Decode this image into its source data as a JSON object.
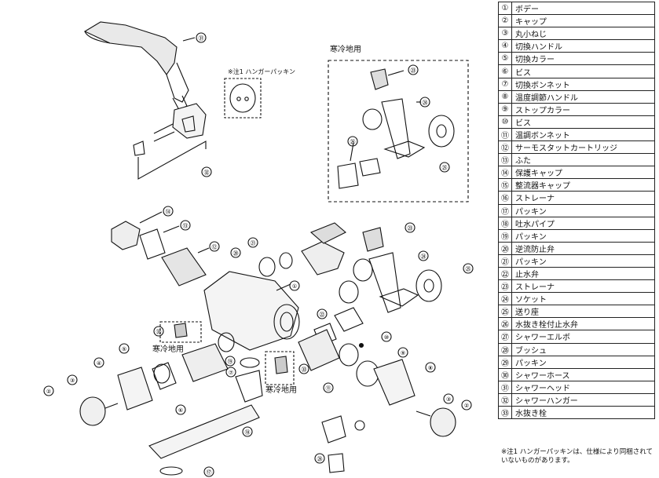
{
  "parts": [
    {
      "no": "①",
      "name": "ボデー"
    },
    {
      "no": "②",
      "name": "キャップ"
    },
    {
      "no": "③",
      "name": "丸小ねじ"
    },
    {
      "no": "④",
      "name": "切換ハンドル"
    },
    {
      "no": "⑤",
      "name": "切換カラー"
    },
    {
      "no": "⑥",
      "name": "ビス"
    },
    {
      "no": "⑦",
      "name": "切換ボンネット"
    },
    {
      "no": "⑧",
      "name": "温度調節ハンドル"
    },
    {
      "no": "⑨",
      "name": "ストップカラー"
    },
    {
      "no": "⑩",
      "name": "ビス"
    },
    {
      "no": "⑪",
      "name": "温調ボンネット"
    },
    {
      "no": "⑫",
      "name": "サーモスタットカートリッジ"
    },
    {
      "no": "⑬",
      "name": "ふた"
    },
    {
      "no": "⑭",
      "name": "保護キャップ"
    },
    {
      "no": "⑮",
      "name": "整流器キャップ"
    },
    {
      "no": "⑯",
      "name": "ストレーナ"
    },
    {
      "no": "⑰",
      "name": "パッキン"
    },
    {
      "no": "⑱",
      "name": "吐水パイプ"
    },
    {
      "no": "⑲",
      "name": "パッキン"
    },
    {
      "no": "⑳",
      "name": "逆流防止弁"
    },
    {
      "no": "㉑",
      "name": "パッキン"
    },
    {
      "no": "㉒",
      "name": "止水弁"
    },
    {
      "no": "㉓",
      "name": "ストレーナ"
    },
    {
      "no": "㉔",
      "name": "ソケット"
    },
    {
      "no": "㉕",
      "name": "送り座"
    },
    {
      "no": "㉖",
      "name": "水抜き栓付止水弁"
    },
    {
      "no": "㉗",
      "name": "シャワーエルボ"
    },
    {
      "no": "㉘",
      "name": "ブッシュ"
    },
    {
      "no": "㉙",
      "name": "パッキン"
    },
    {
      "no": "㉚",
      "name": "シャワーホース"
    },
    {
      "no": "㉛",
      "name": "シャワーヘッド"
    },
    {
      "no": "㉜",
      "name": "シャワーハンガー"
    },
    {
      "no": "㉝",
      "name": "水抜き栓"
    }
  ],
  "footnote": "※注1 ハンガーパッキンは、仕様により同梱されていないものがあります。",
  "labels": {
    "cold_region_top": "寒冷地用",
    "hanger_packing_note": "※注1 ハンガーパッキン",
    "cold_region_left": "寒冷地用",
    "cold_region_mid": "寒冷地用"
  },
  "callouts": [
    "①",
    "②",
    "③",
    "④",
    "⑤",
    "⑥",
    "⑦",
    "⑧",
    "⑨",
    "⑩",
    "⑪",
    "⑫",
    "⑬",
    "⑭",
    "⑯",
    "⑰",
    "⑱",
    "⑲",
    "⑳",
    "㉑",
    "㉒",
    "㉓",
    "㉔",
    "㉕",
    "㉖",
    "㉘",
    "㉛",
    "㉜",
    "㉝"
  ]
}
